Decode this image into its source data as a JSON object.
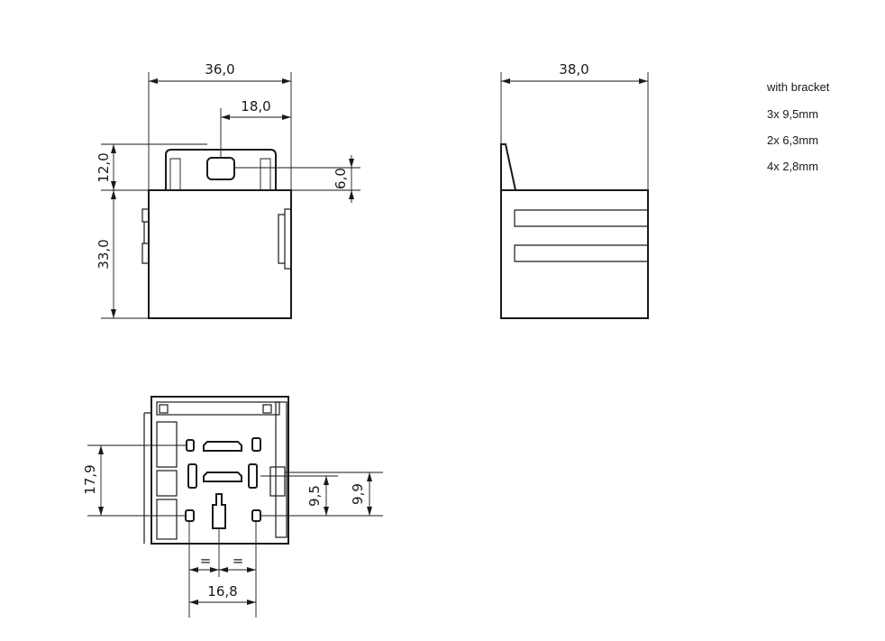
{
  "dimensions": {
    "front_width": "36,0",
    "front_half_width": "18,0",
    "front_top_height": "12,0",
    "front_body_height": "33,0",
    "front_tab_height": "6,0",
    "side_width": "38,0",
    "bottom_pin_height": "17,9",
    "bottom_spacing_a": "9,5",
    "bottom_spacing_b": "9,9",
    "bottom_pin_width": "16,8",
    "equal_mark_left": "=",
    "equal_mark_right": "="
  },
  "notes": {
    "title": "with bracket",
    "line1": "3x 9,5mm",
    "line2": "2x 6,3mm",
    "line3": "4x 2,8mm"
  }
}
